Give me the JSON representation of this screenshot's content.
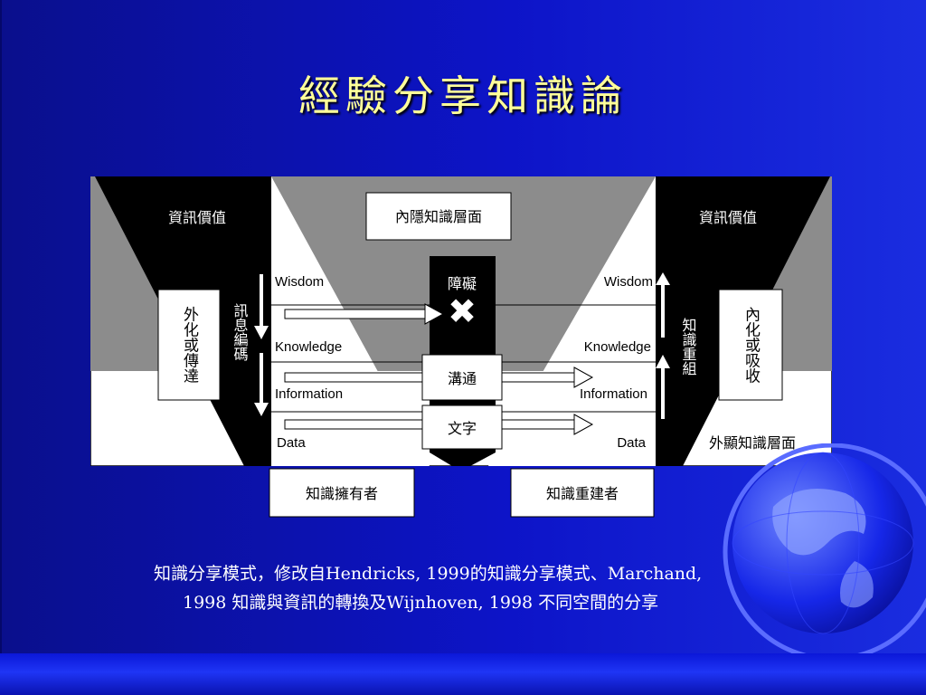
{
  "slide": {
    "title": "經驗分享知識論",
    "caption_line1": "知識分享模式，修改自Hendricks, 1999的知識分享模式、Marchand,",
    "caption_line2": "1998  知識與資訊的轉換及Wijnhoven, 1998  不同空間的分享"
  },
  "diagram": {
    "left_value": "資訊價值",
    "right_value": "資訊價值",
    "tacit_layer": "內隱知識層面",
    "explicit_layer": "外顯知識層面",
    "left_process": "外化或傳達",
    "right_process": "內化或吸收",
    "encode": "訊息編碼",
    "recombine": "知識重組",
    "barrier": "障礙",
    "communicate": "溝通",
    "text": "文字",
    "owner": "知識擁有者",
    "rebuilder": "知識重建者",
    "levels": [
      "Wisdom",
      "Knowledge",
      "Information",
      "Data"
    ]
  },
  "colors": {
    "title": "#ffff99",
    "background": "#0d14c8",
    "grey": "#8c8c8c"
  }
}
